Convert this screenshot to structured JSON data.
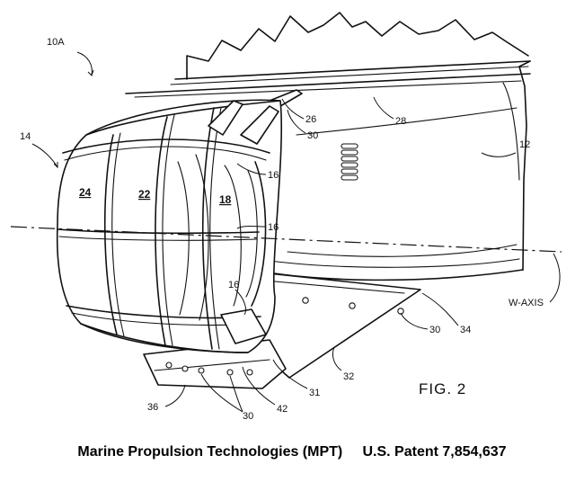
{
  "figure": {
    "label": "FIG. 2",
    "axis_label": "W-AXIS",
    "refs": {
      "r10A": "10A",
      "r14": "14",
      "r12": "12",
      "r26": "26",
      "r28": "28",
      "r30_top": "30",
      "r16_a": "16",
      "r16_b": "16",
      "r16_c": "16",
      "r24": "24",
      "r22": "22",
      "r18": "18",
      "r30_right": "30",
      "r34": "34",
      "r32": "32",
      "r31": "31",
      "r42": "42",
      "r36": "36",
      "r30_bottom": "30"
    }
  },
  "caption": {
    "company": "Marine Propulsion Technologies (MPT)",
    "patent": "U.S. Patent 7,854,637"
  }
}
